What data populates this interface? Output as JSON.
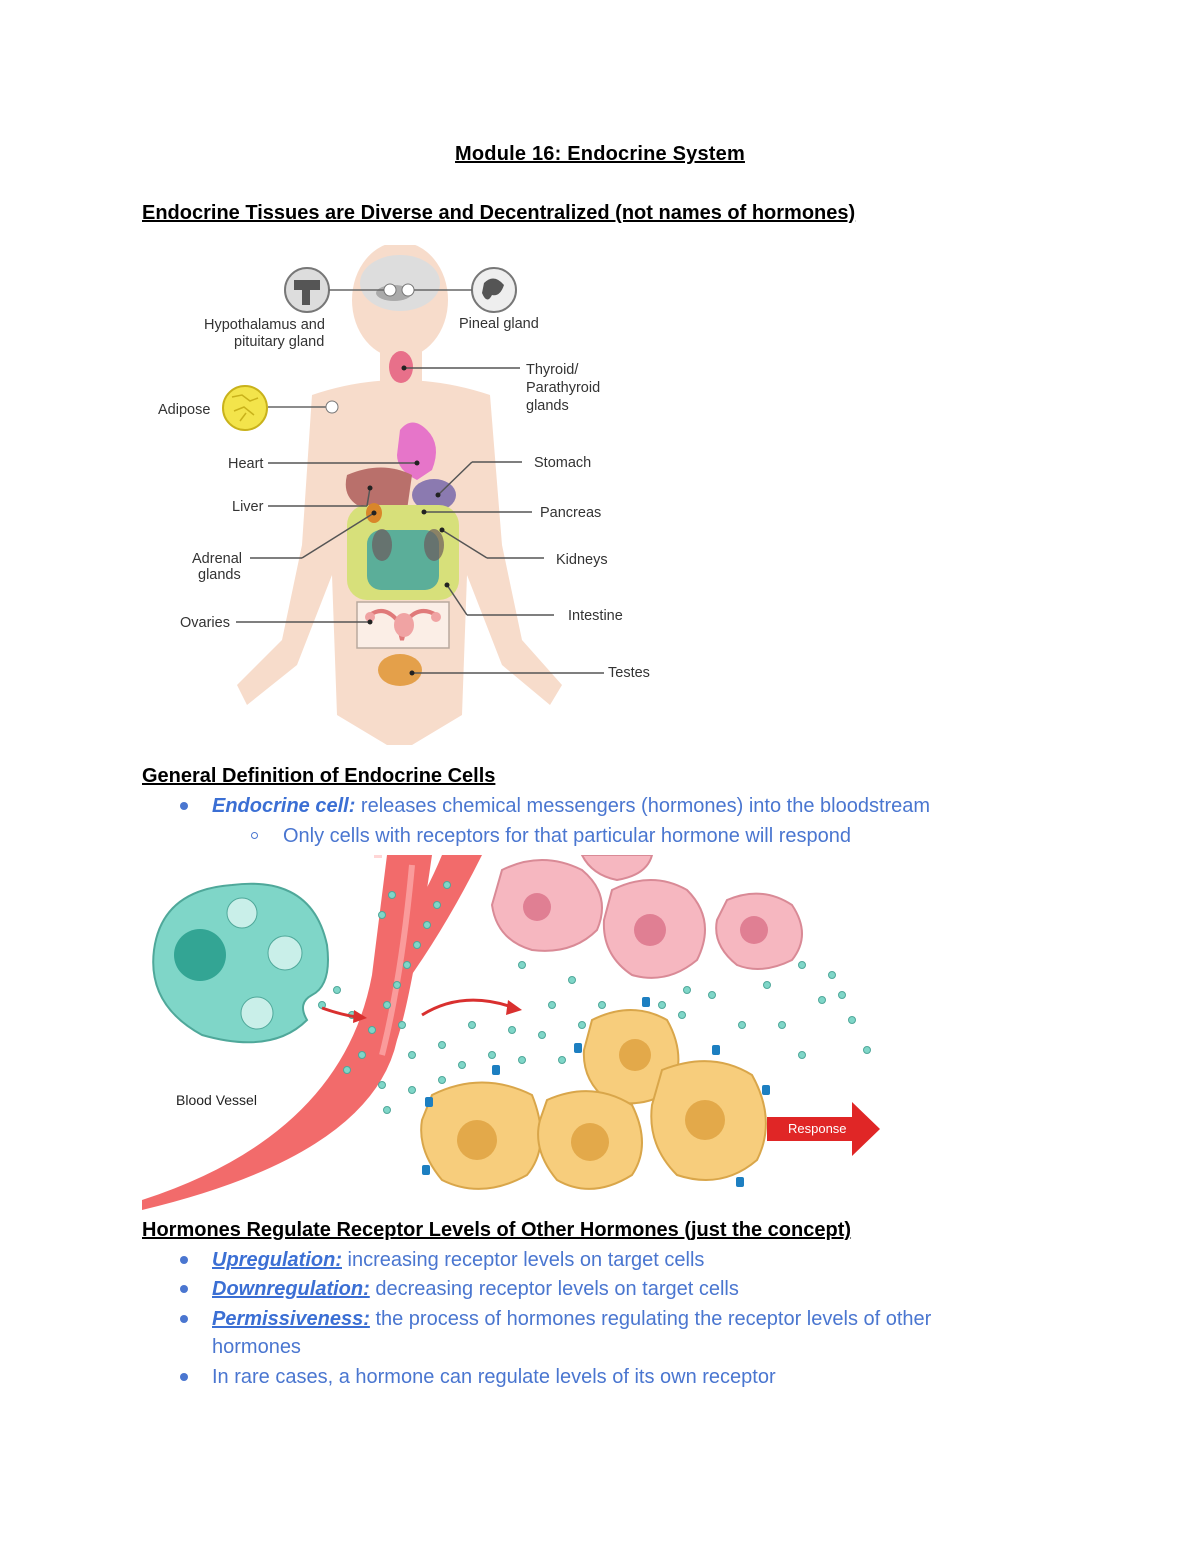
{
  "title": "Module 16: Endocrine System",
  "section1": {
    "heading": "Endocrine Tissues are Diverse and Decentralized (not names of hormones)",
    "labels": {
      "hypothalamus": [
        "Hypothalamus and",
        "pituitary gland"
      ],
      "pineal": "Pineal gland",
      "thyroid": [
        "Thyroid/",
        "Parathyroid",
        "glands"
      ],
      "adipose": "Adipose",
      "heart": "Heart",
      "stomach": "Stomach",
      "liver": "Liver",
      "pancreas": "Pancreas",
      "adrenal": [
        "Adrenal",
        "glands"
      ],
      "kidneys": "Kidneys",
      "intestine": "Intestine",
      "ovaries": "Ovaries",
      "testes": "Testes"
    }
  },
  "section2": {
    "heading": "General Definition of Endocrine Cells",
    "bullet_term": "Endocrine cell:",
    "bullet_text": " releases chemical messengers (hormones) into the bloodstream",
    "sub_bullet": "Only cells with receptors for that particular hormone will respond",
    "figure": {
      "blood_vessel_label": "Blood Vessel",
      "response_label": "Response"
    }
  },
  "section3": {
    "heading": "Hormones Regulate Receptor Levels of Other Hormones (just the concept)",
    "items": [
      {
        "term": "Upregulation:",
        "text": " increasing receptor levels on target cells"
      },
      {
        "term": "Downregulation:",
        "text": " decreasing receptor levels on target cells"
      },
      {
        "term": "Permissiveness:",
        "text": " the process of hormones regulating the receptor levels of other",
        "cont": "hormones"
      },
      {
        "term": "",
        "text": "In rare cases, a hormone can regulate levels of its own receptor"
      }
    ]
  },
  "colors": {
    "bullet_blue": "#4a76d0",
    "term_blue": "#3b6fd4"
  }
}
